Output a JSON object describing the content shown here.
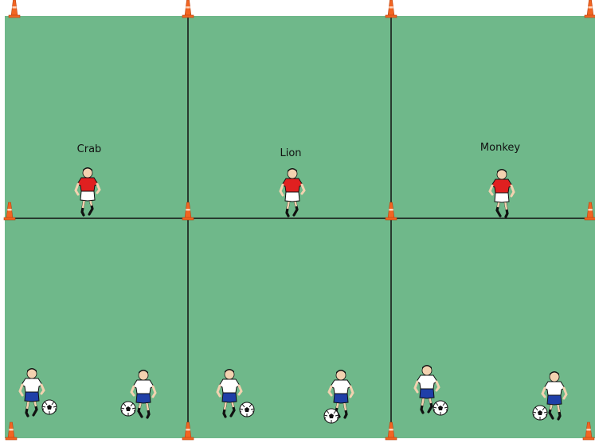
{
  "colors": {
    "field": "#6fb88a",
    "line": "#111111",
    "cone": "#f26522",
    "defender_shirt": "#e02020",
    "attacker_shirt": "#ffffff",
    "attacker_shorts": "#1f3fa8"
  },
  "zones": [
    {
      "label": "Crab"
    },
    {
      "label": "Lion"
    },
    {
      "label": "Monkey"
    }
  ],
  "defenders": [
    {
      "zone": "Crab",
      "role": "defender"
    },
    {
      "zone": "Lion",
      "role": "defender"
    },
    {
      "zone": "Monkey",
      "role": "defender"
    }
  ],
  "attackers": [
    {
      "role": "attacker",
      "with_ball": true
    },
    {
      "role": "attacker",
      "with_ball": true
    },
    {
      "role": "attacker",
      "with_ball": true
    },
    {
      "role": "attacker",
      "with_ball": true
    },
    {
      "role": "attacker",
      "with_ball": true
    },
    {
      "role": "attacker",
      "with_ball": true
    }
  ],
  "cone_count": 12
}
